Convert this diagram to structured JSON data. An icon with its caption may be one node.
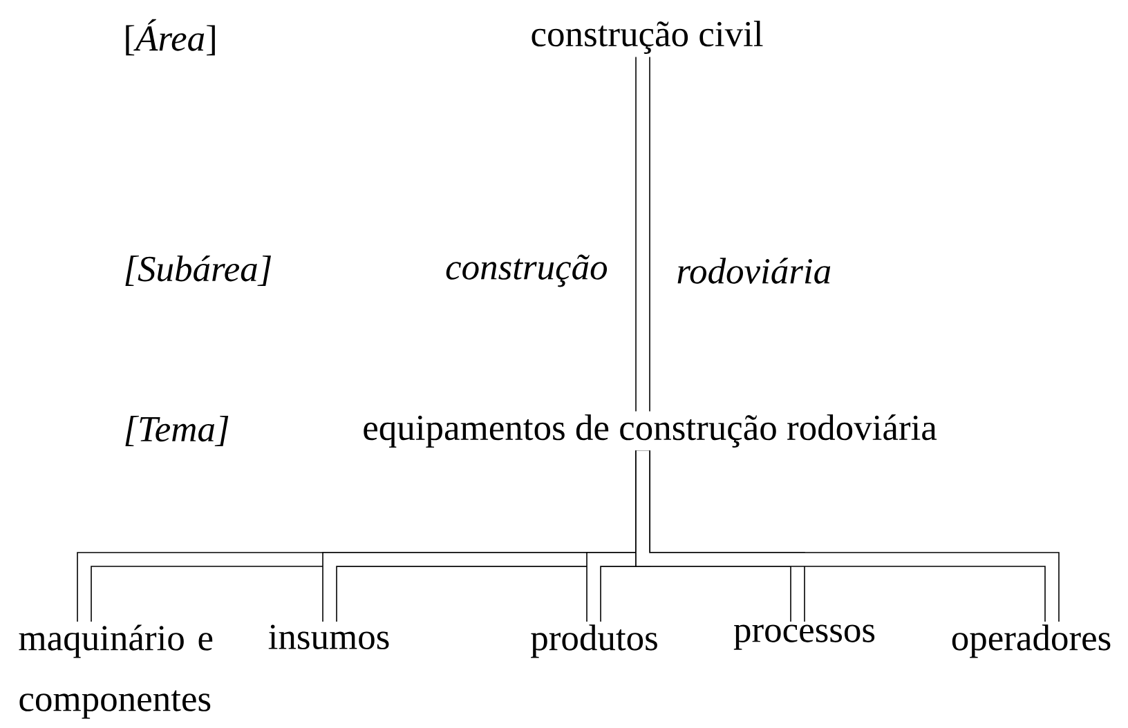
{
  "diagram": {
    "nodes": [
      {
        "text": [
          "construção civil"
        ]
      },
      {
        "text": [
          "equipamentos de construção rodoviária"
        ]
      },
      {
        "text": [
          "maquinário e componentes"
        ]
      },
      {
        "text": [
          "insumos"
        ]
      },
      {
        "text": [
          "produtos"
        ]
      },
      {
        "text": [
          "processos"
        ]
      },
      {
        "text": [
          "operadores"
        ]
      }
    ],
    "edges": [
      {
        "from": 0,
        "to": 1,
        "arrow": "none"
      },
      {
        "from": 1,
        "to": 2,
        "arrow": "none"
      },
      {
        "from": 1,
        "to": 3,
        "arrow": "none"
      },
      {
        "from": 1,
        "to": 4,
        "arrow": "none"
      },
      {
        "from": 1,
        "to": 5,
        "arrow": "none"
      },
      {
        "from": 1,
        "to": 6,
        "arrow": "none"
      }
    ],
    "labels": [
      "[*Área*]",
      "[Subárea]",
      "construção",
      "rodoviária",
      "[Tema]"
    ]
  }
}
